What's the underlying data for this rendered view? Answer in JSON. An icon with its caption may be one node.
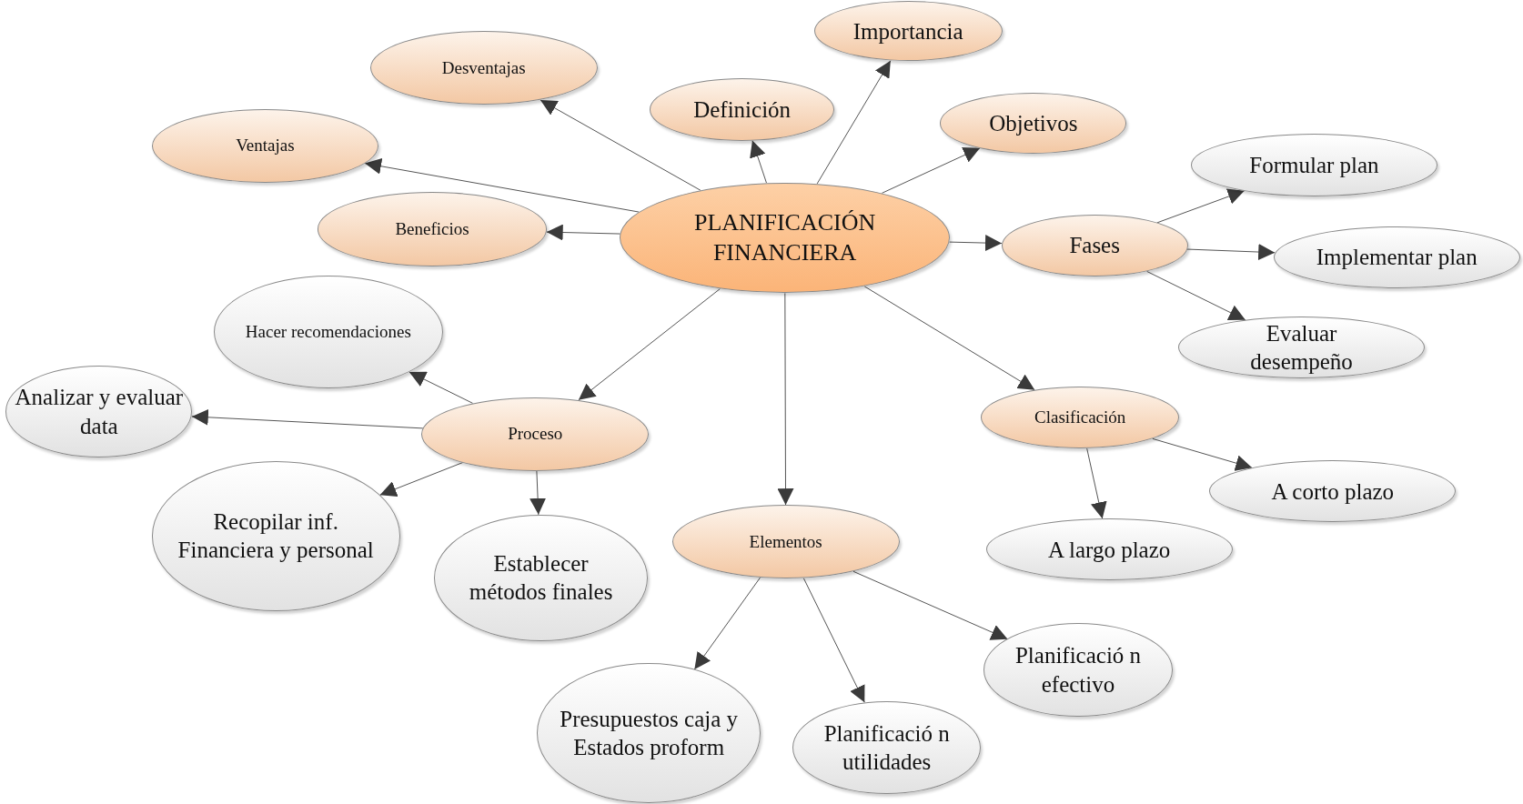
{
  "diagram": {
    "nodes": [
      {
        "text": [
          "PLANIFICACIÓN FINANCIERA"
        ]
      },
      {
        "text": [
          "Importancia"
        ]
      },
      {
        "text": [
          "Desventajas"
        ]
      },
      {
        "text": [
          "Definición"
        ]
      },
      {
        "text": [
          "Objetivos"
        ]
      },
      {
        "text": [
          "Ventajas"
        ]
      },
      {
        "text": [
          "Formular plan"
        ]
      },
      {
        "text": [
          "Beneficios"
        ]
      },
      {
        "text": [
          "Fases"
        ]
      },
      {
        "text": [
          "Implementar plan"
        ]
      },
      {
        "text": [
          "Hacer recomendaciones"
        ]
      },
      {
        "text": [
          "Evaluar desempeño"
        ]
      },
      {
        "text": [
          "Analizar y evaluar data"
        ]
      },
      {
        "text": [
          "Clasificación"
        ]
      },
      {
        "text": [
          "Proceso"
        ]
      },
      {
        "text": [
          "A corto plazo"
        ]
      },
      {
        "text": [
          "Recopilar inf. Financiera y personal"
        ]
      },
      {
        "text": [
          "Elementos"
        ]
      },
      {
        "text": [
          "A largo plazo"
        ]
      },
      {
        "text": [
          "Establecer métodos finales"
        ]
      },
      {
        "text": [
          "Planificació n efectivo"
        ]
      },
      {
        "text": [
          "Presupuestos caja y Estados proform"
        ]
      },
      {
        "text": [
          "Planificació n utilidades"
        ]
      }
    ],
    "edges": [
      {
        "from": 0,
        "to": 1,
        "arrow": "to"
      },
      {
        "from": 0,
        "to": 2,
        "arrow": "to"
      },
      {
        "from": 0,
        "to": 3,
        "arrow": "to"
      },
      {
        "from": 0,
        "to": 4,
        "arrow": "to"
      },
      {
        "from": 0,
        "to": 5,
        "arrow": "to"
      },
      {
        "from": 0,
        "to": 7,
        "arrow": "to"
      },
      {
        "from": 0,
        "to": 8,
        "arrow": "to"
      },
      {
        "from": 0,
        "to": 14,
        "arrow": "to"
      },
      {
        "from": 0,
        "to": 17,
        "arrow": "to"
      },
      {
        "from": 0,
        "to": 13,
        "arrow": "to"
      },
      {
        "from": 8,
        "to": 6,
        "arrow": "to"
      },
      {
        "from": 8,
        "to": 9,
        "arrow": "to"
      },
      {
        "from": 8,
        "to": 11,
        "arrow": "to"
      },
      {
        "from": 14,
        "to": 10,
        "arrow": "to"
      },
      {
        "from": 14,
        "to": 12,
        "arrow": "to"
      },
      {
        "from": 14,
        "to": 16,
        "arrow": "to"
      },
      {
        "from": 14,
        "to": 19,
        "arrow": "to"
      },
      {
        "from": 13,
        "to": 15,
        "arrow": "to"
      },
      {
        "from": 13,
        "to": 18,
        "arrow": "to"
      },
      {
        "from": 17,
        "to": 21,
        "arrow": "to"
      },
      {
        "from": 17,
        "to": 22,
        "arrow": "to"
      },
      {
        "from": 17,
        "to": 20,
        "arrow": "to"
      }
    ]
  }
}
